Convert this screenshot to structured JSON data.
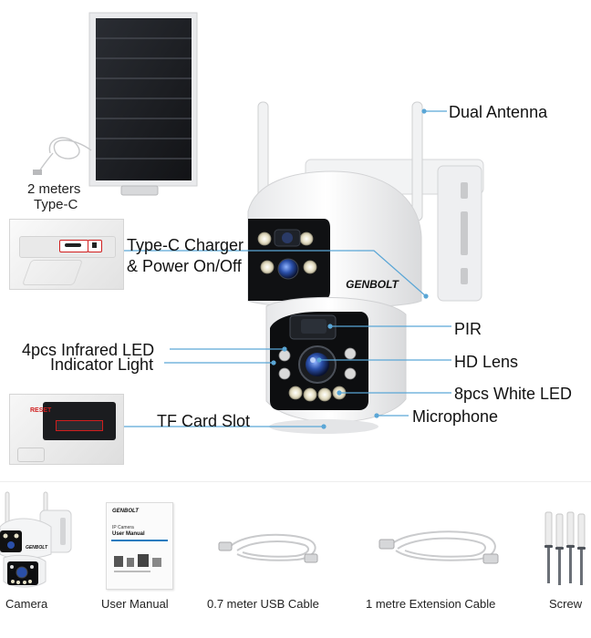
{
  "callouts": {
    "cable_length": "2 meters",
    "cable_type": "Type-C",
    "charger_line1": "Type-C Charger",
    "charger_line2": "& Power On/Off",
    "dual_antenna": "Dual Antenna",
    "pir": "PIR",
    "infrared_led": "4pcs Infrared LED",
    "indicator_light": "Indicator Light",
    "hd_lens": "HD Lens",
    "white_led": "8pcs White LED",
    "microphone": "Microphone",
    "tf_card_slot": "TF Card Slot"
  },
  "brand": {
    "camera_logo": "GENBOLT",
    "reset_label": "RESET"
  },
  "package_contents": [
    {
      "label": "Camera",
      "icon": "camera-icon"
    },
    {
      "label": "User Manual",
      "icon": "manual-icon"
    },
    {
      "label": "0.7 meter USB Cable",
      "icon": "usb-cable-icon"
    },
    {
      "label": "1 metre Extension Cable",
      "icon": "extension-cable-icon"
    },
    {
      "label": "Screw",
      "icon": "screw-icon"
    }
  ],
  "manual": {
    "brand": "GENBOLT",
    "subtitle": "IP Camera",
    "title": "User Manual"
  },
  "colors": {
    "leader_line": "#5aa6d6",
    "camera_body": "#f4f5f6",
    "solar_panel": "#1b1d21",
    "lens_blue": "#2a4fa8"
  }
}
